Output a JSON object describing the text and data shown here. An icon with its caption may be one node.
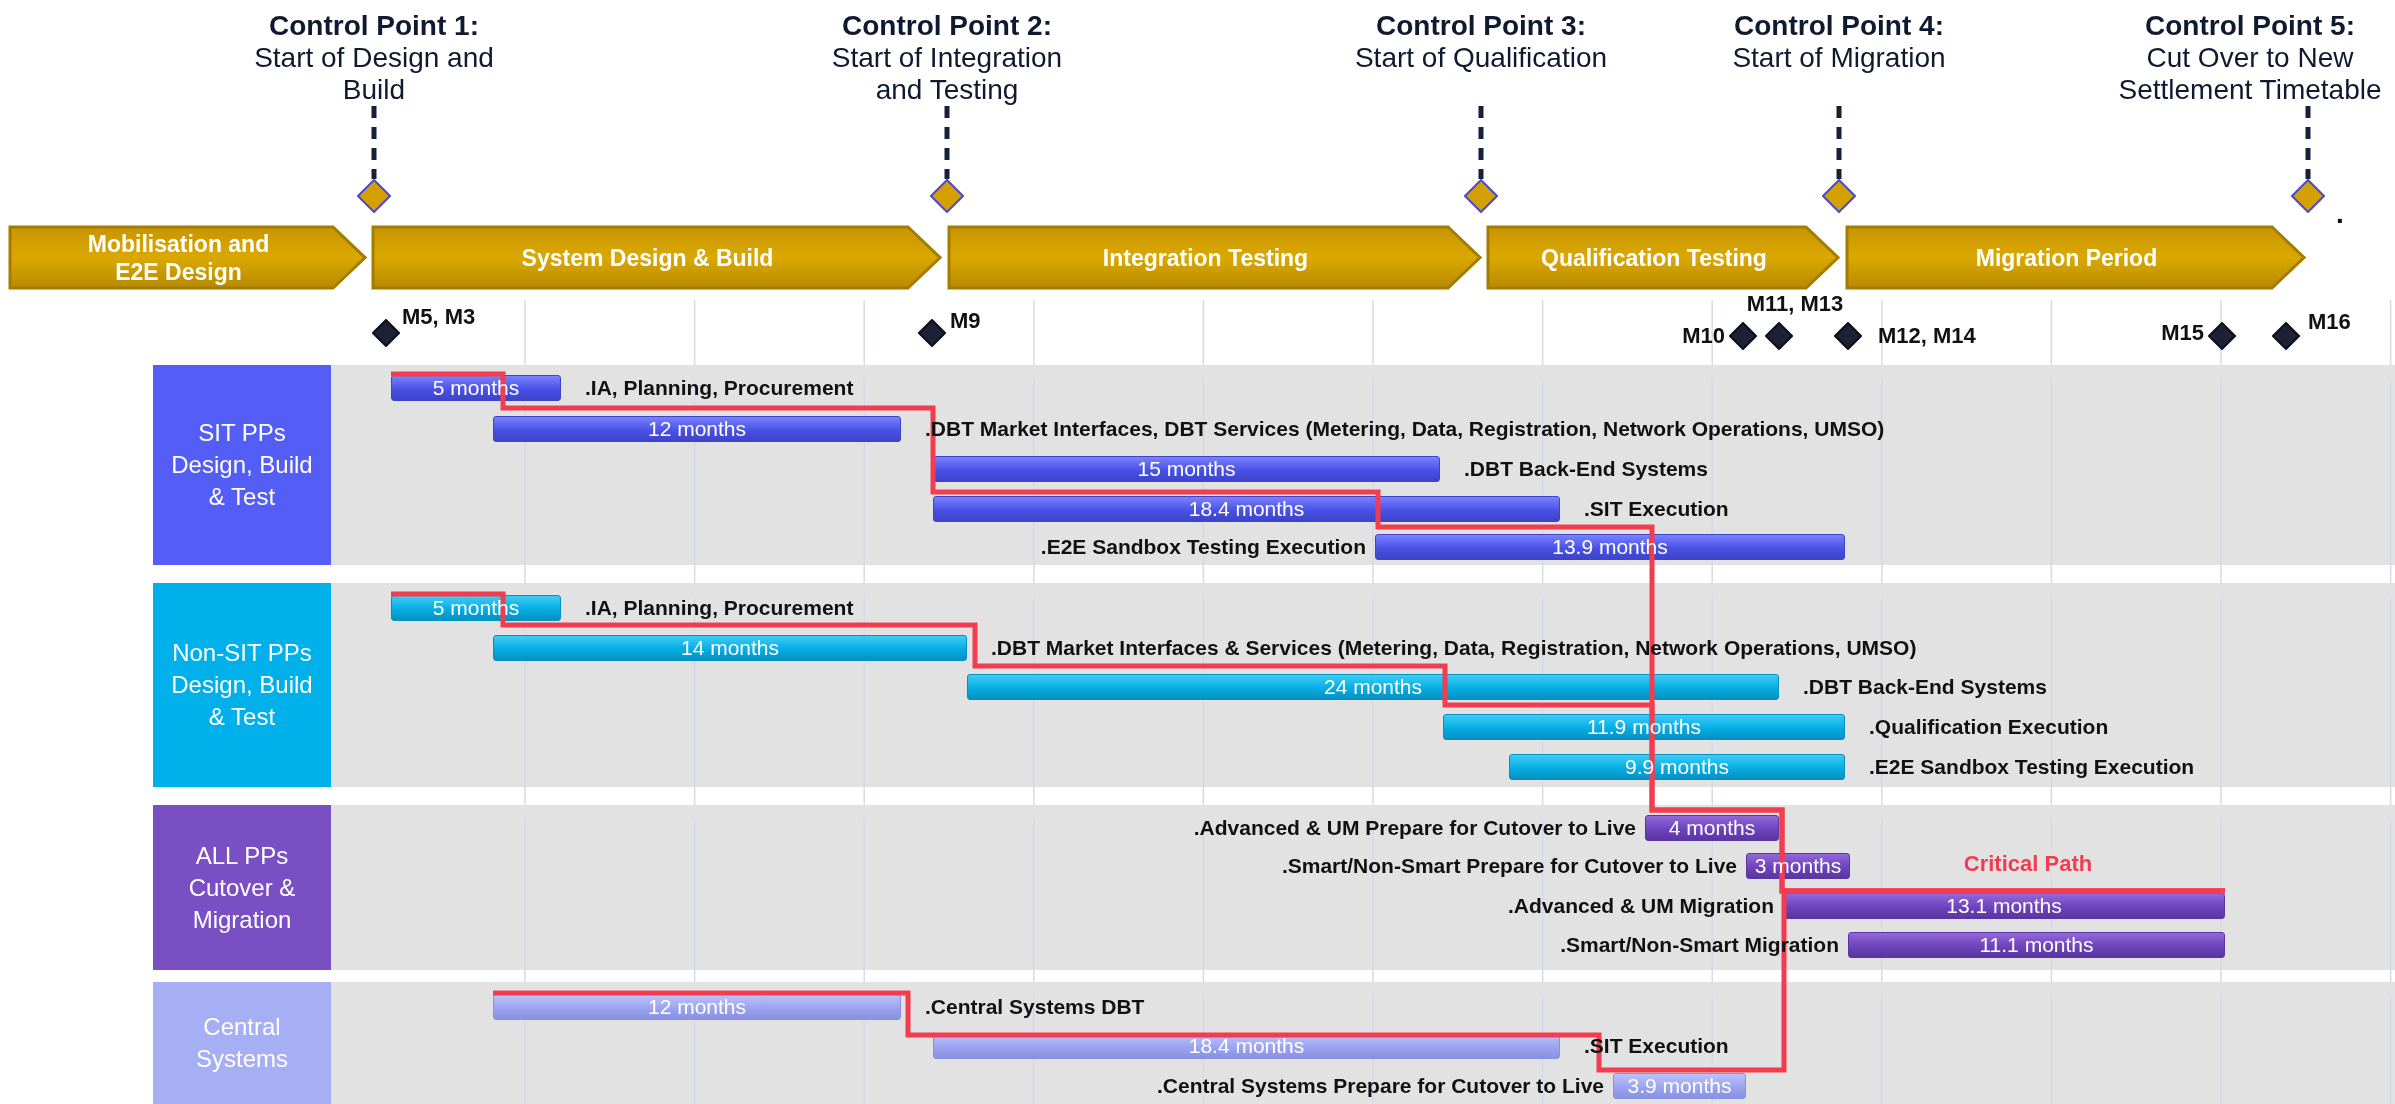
{
  "diagram": {
    "nodes": [
      {
        "text": [
          "Control Point 1:",
          "Start of Design and Build"
        ]
      },
      {
        "text": [
          "Control Point 2:",
          "Start of Integration and Testing"
        ]
      },
      {
        "text": [
          "Control Point 3:",
          "Start of Qualification"
        ]
      },
      {
        "text": [
          "Control Point 4:",
          "Start of Migration"
        ]
      },
      {
        "text": [
          "Control Point 5:",
          "Cut Over to New Settlement Timetable"
        ]
      },
      {
        "text": [],
        "shape": "diamond"
      },
      {
        "text": [],
        "shape": "diamond"
      },
      {
        "text": [],
        "shape": "diamond"
      },
      {
        "text": [],
        "shape": "diamond"
      },
      {
        "text": [],
        "shape": "diamond"
      },
      {
        "text": [
          "Mobilisation and E2E Design"
        ]
      },
      {
        "text": [
          "System Design & Build"
        ]
      },
      {
        "text": [
          "Integration Testing"
        ]
      },
      {
        "text": [
          "Qualification Testing"
        ]
      },
      {
        "text": [
          "Migration Period"
        ]
      },
      {
        "text": [],
        "shape": "diamond",
        "beside": [
          "M5, M3"
        ]
      },
      {
        "text": [],
        "shape": "diamond",
        "beside": [
          "M9"
        ]
      },
      {
        "text": [],
        "shape": "diamond",
        "beside": [
          "M10"
        ]
      },
      {
        "text": [],
        "shape": "diamond",
        "beside": [
          "M11, M13"
        ]
      },
      {
        "text": [],
        "shape": "diamond",
        "beside": [
          "M12, M14"
        ]
      },
      {
        "text": [],
        "shape": "diamond",
        "beside": [
          "M15"
        ]
      },
      {
        "text": [],
        "shape": "diamond",
        "beside": [
          "M16"
        ]
      },
      {
        "text": [
          "SIT PPs Design, Build & Test"
        ]
      },
      {
        "text": [
          "5 months"
        ],
        "in": 22,
        "beside": [
          ".IA, Planning, Procurement"
        ]
      },
      {
        "text": [
          "12 months"
        ],
        "in": 22,
        "beside": [
          ".DBT Market Interfaces, DBT Services (Metering, Data, Registration, Network Operations, UMSO)"
        ]
      },
      {
        "text": [
          "15 months"
        ],
        "in": 22,
        "beside": [
          ".DBT Back-End Systems"
        ]
      },
      {
        "text": [
          "18.4 months"
        ],
        "in": 22,
        "beside": [
          ".SIT Execution"
        ]
      },
      {
        "text": [
          "13.9 months"
        ],
        "in": 22,
        "beside": [
          ".E2E Sandbox Testing Execution"
        ]
      },
      {
        "text": [
          "Non-SIT PPs Design, Build & Test"
        ]
      },
      {
        "text": [
          "5 months"
        ],
        "in": 28,
        "beside": [
          ".IA, Planning, Procurement"
        ]
      },
      {
        "text": [
          "14 months"
        ],
        "in": 28,
        "beside": [
          ".DBT Market Interfaces & Services (Metering, Data, Registration, Network Operations, UMSO)"
        ]
      },
      {
        "text": [
          "24 months"
        ],
        "in": 28,
        "beside": [
          ".DBT Back-End Systems"
        ]
      },
      {
        "text": [
          "11.9 months"
        ],
        "in": 28,
        "beside": [
          ".Qualification Execution"
        ]
      },
      {
        "text": [
          "9.9 months"
        ],
        "in": 28,
        "beside": [
          ".E2E Sandbox Testing Execution"
        ]
      },
      {
        "text": [
          "ALL PPs Cutover & Migration"
        ]
      },
      {
        "text": [
          "4 months"
        ],
        "in": 34,
        "beside": [
          ".Advanced & UM Prepare for Cutover to Live"
        ]
      },
      {
        "text": [
          "3 months"
        ],
        "in": 34,
        "beside": [
          ".Smart/Non-Smart Prepare for Cutover to Live"
        ]
      },
      {
        "text": [
          "13.1 months"
        ],
        "in": 34,
        "beside": [
          ".Advanced & UM Migration"
        ]
      },
      {
        "text": [
          "11.1 months"
        ],
        "in": 34,
        "beside": [
          ".Smart/Non-Smart Migration"
        ]
      },
      {
        "text": [
          "Central Systems"
        ]
      },
      {
        "text": [
          "12 months"
        ],
        "in": 39,
        "beside": [
          ".Central Systems DBT"
        ]
      },
      {
        "text": [
          "18.4 months"
        ],
        "in": 39,
        "beside": [
          ".SIT Execution"
        ]
      },
      {
        "text": [
          "3.9 months"
        ],
        "in": 39,
        "beside": [
          ".Central Systems Prepare for Cutover to Live"
        ]
      }
    ],
    "edges": [
      {
        "from": 0,
        "to": 5,
        "arrow": "none",
        "style": "dashed"
      },
      {
        "from": 1,
        "to": 6,
        "arrow": "none",
        "style": "dashed"
      },
      {
        "from": 2,
        "to": 7,
        "arrow": "none",
        "style": "dashed"
      },
      {
        "from": 3,
        "to": 8,
        "arrow": "none",
        "style": "dashed"
      },
      {
        "from": 4,
        "to": 9,
        "arrow": "none",
        "style": "dashed"
      },
      {
        "from": 23,
        "to": 37,
        "arrow": "none",
        "color": "#f23d50",
        "label": "Critical Path"
      },
      {
        "from": 29,
        "to": 37,
        "arrow": "none",
        "color": "#f23d50"
      },
      {
        "from": 40,
        "to": 37,
        "arrow": "none",
        "color": "#f23d50"
      }
    ],
    "labels": [
      "."
    ]
  }
}
